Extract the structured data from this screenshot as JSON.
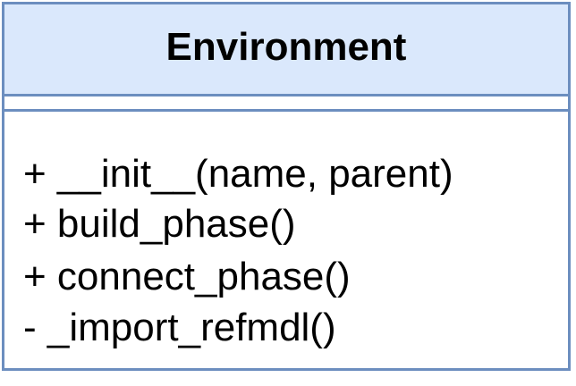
{
  "class": {
    "name": "Environment",
    "attributes": [],
    "methods": [
      "+ __init__(name, parent)",
      "+ build_phase()",
      "+ connect_phase()",
      "- _import_refmdl()"
    ]
  },
  "colors": {
    "header_fill": "#dae8fc",
    "border": "#6c8ebf"
  }
}
